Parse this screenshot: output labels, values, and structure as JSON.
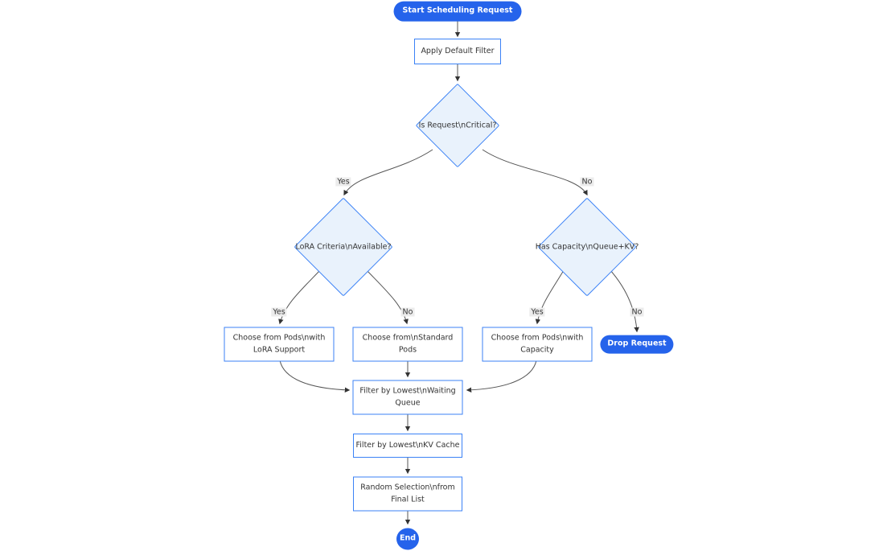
{
  "diagram": {
    "type": "flowchart",
    "direction": "top-down",
    "nodes": [
      {
        "id": "start",
        "shape": "stadium",
        "label": "Start Scheduling Request"
      },
      {
        "id": "apply_filter",
        "shape": "rect",
        "label": "Apply Default Filter"
      },
      {
        "id": "is_critical",
        "shape": "diamond",
        "label": "Is Request\\nCritical?"
      },
      {
        "id": "lora_available",
        "shape": "diamond",
        "label": "LoRA Criteria\\nAvailable?"
      },
      {
        "id": "has_capacity",
        "shape": "diamond",
        "label": "Has Capacity\\nQueue+KV?"
      },
      {
        "id": "choose_lora",
        "shape": "rect",
        "label": [
          "Choose from Pods\\nwith",
          "LoRA Support"
        ]
      },
      {
        "id": "choose_standard",
        "shape": "rect",
        "label": [
          "Choose from\\nStandard",
          "Pods"
        ]
      },
      {
        "id": "choose_capacity",
        "shape": "rect",
        "label": [
          "Choose from Pods\\nwith",
          "Capacity"
        ]
      },
      {
        "id": "drop_request",
        "shape": "stadium",
        "label": "Drop Request"
      },
      {
        "id": "filter_queue",
        "shape": "rect",
        "label": [
          "Filter by Lowest\\nWaiting",
          "Queue"
        ]
      },
      {
        "id": "filter_kv",
        "shape": "rect",
        "label": "Filter by Lowest\\nKV Cache"
      },
      {
        "id": "random_selection",
        "shape": "rect",
        "label": [
          "Random Selection\\nfrom",
          "Final List"
        ]
      },
      {
        "id": "end",
        "shape": "circle",
        "label": "End"
      }
    ],
    "edges": [
      {
        "from": "start",
        "to": "apply_filter",
        "label": ""
      },
      {
        "from": "apply_filter",
        "to": "is_critical",
        "label": ""
      },
      {
        "from": "is_critical",
        "to": "lora_available",
        "label": "Yes"
      },
      {
        "from": "is_critical",
        "to": "has_capacity",
        "label": "No"
      },
      {
        "from": "lora_available",
        "to": "choose_lora",
        "label": "Yes"
      },
      {
        "from": "lora_available",
        "to": "choose_standard",
        "label": "No"
      },
      {
        "from": "has_capacity",
        "to": "choose_capacity",
        "label": "Yes"
      },
      {
        "from": "has_capacity",
        "to": "drop_request",
        "label": "No"
      },
      {
        "from": "choose_lora",
        "to": "filter_queue",
        "label": ""
      },
      {
        "from": "choose_standard",
        "to": "filter_queue",
        "label": ""
      },
      {
        "from": "choose_capacity",
        "to": "filter_queue",
        "label": ""
      },
      {
        "from": "filter_queue",
        "to": "filter_kv",
        "label": ""
      },
      {
        "from": "filter_kv",
        "to": "random_selection",
        "label": ""
      },
      {
        "from": "random_selection",
        "to": "end",
        "label": ""
      }
    ],
    "colors": {
      "accent_fill": "#2563eb",
      "accent_border": "#3b82f6",
      "decision_fill": "#e9f2fc",
      "process_fill": "#ffffff",
      "text_dark": "#333333",
      "text_light": "#ffffff",
      "edge_stroke": "#555555",
      "arrow_fill": "#333333",
      "edge_label_bg": "#ececec",
      "background": "#ffffff"
    }
  }
}
